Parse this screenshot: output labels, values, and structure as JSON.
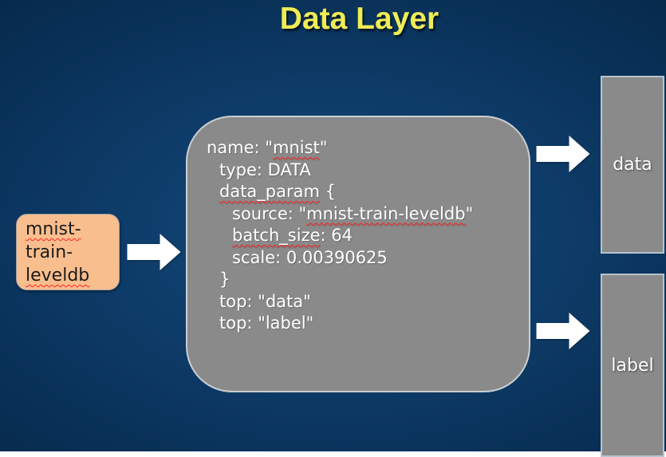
{
  "title": "Data Layer",
  "source_box": {
    "lines": [
      {
        "segments": [
          {
            "text": "mnist-",
            "misspelled": true
          }
        ]
      },
      {
        "segments": [
          {
            "text": "train-",
            "misspelled": false
          }
        ]
      },
      {
        "segments": [
          {
            "text": "leveldb",
            "misspelled": true
          }
        ]
      }
    ]
  },
  "layer_panel": {
    "code_lines": [
      {
        "indent": 0,
        "segments": [
          {
            "text": "name: \""
          },
          {
            "text": "mnist",
            "misspelled": true
          },
          {
            "text": "\""
          }
        ]
      },
      {
        "indent": 1,
        "segments": [
          {
            "text": "type: DATA"
          }
        ]
      },
      {
        "indent": 1,
        "segments": [
          {
            "text": "data_param",
            "misspelled": true
          },
          {
            "text": " {"
          }
        ]
      },
      {
        "indent": 2,
        "segments": [
          {
            "text": "source: \""
          },
          {
            "text": "mnist-train-leveldb",
            "misspelled": true
          },
          {
            "text": "\""
          }
        ]
      },
      {
        "indent": 2,
        "segments": [
          {
            "text": "batch_size",
            "misspelled": true
          },
          {
            "text": ": 64"
          }
        ]
      },
      {
        "indent": 2,
        "segments": [
          {
            "text": "scale: 0.00390625"
          }
        ]
      },
      {
        "indent": 1,
        "segments": [
          {
            "text": "}"
          }
        ]
      },
      {
        "indent": 1,
        "segments": [
          {
            "text": "top: \"data\""
          }
        ]
      },
      {
        "indent": 1,
        "segments": [
          {
            "text": "top: \"label\""
          }
        ]
      }
    ]
  },
  "outputs": [
    {
      "label": "data"
    },
    {
      "label": "label"
    }
  ],
  "colors": {
    "title": "#f0ec54",
    "background_center": "#154a7c",
    "background_mid": "#0d3a66",
    "background_edge": "#062a4c",
    "panel_fill": "#8a8a8a",
    "source_fill": "#f9be8e",
    "squiggle": "#ff2222",
    "arrow": "#ffffff"
  }
}
